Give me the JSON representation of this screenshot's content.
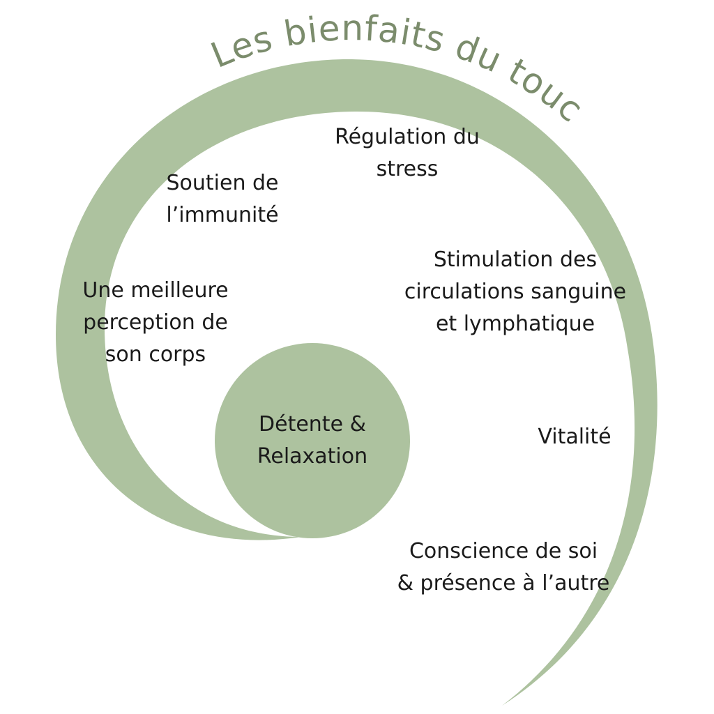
{
  "title": "Les bienfaits du toucher",
  "colors": {
    "spiral": "#adc29f",
    "title": "#7b8c6c",
    "text": "#1a1a1a",
    "background": "#ffffff"
  },
  "center": {
    "lines": [
      "Détente &",
      "Relaxation"
    ]
  },
  "items": {
    "regulation": [
      "Régulation du",
      "stress"
    ],
    "soutien": [
      "Soutien de",
      "l’immunité"
    ],
    "perception": [
      "Une meilleure",
      "perception de",
      "son corps"
    ],
    "stimulation": [
      "Stimulation des",
      "circulations sanguine",
      "et lymphatique"
    ],
    "vitalite": [
      "Vitalité"
    ],
    "conscience": [
      "Conscience de soi",
      "& présence à l’autre"
    ]
  }
}
